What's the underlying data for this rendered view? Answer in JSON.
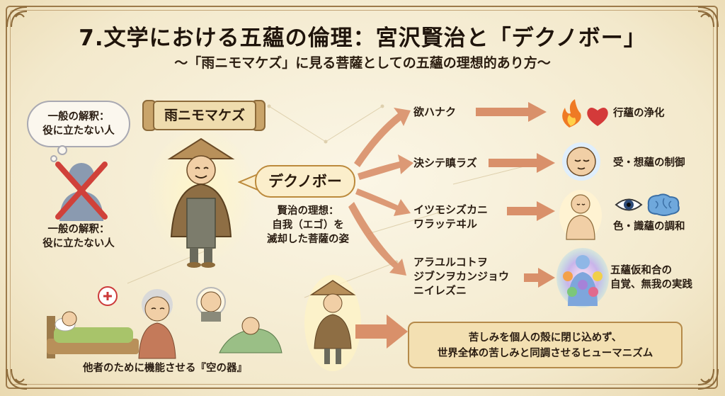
{
  "title": "7.文学における五蘊の倫理：宮沢賢治と「デクノボー」",
  "subtitle": "〜「雨ニモマケズ」に見る菩薩としての五蘊の理想的あり方〜",
  "left": {
    "thought_bubble": [
      "一般の解釈：",
      "役に立たない人"
    ],
    "crossed_label": [
      "一般の解釈：",
      "役に立たない人"
    ]
  },
  "scroll_title": "雨ニモマケズ",
  "center": {
    "dekunobo_label": "デクノボー",
    "ideal_text": [
      "賢治の理想：",
      "自我（エゴ）を",
      "滅却した菩薩の姿"
    ]
  },
  "verses": [
    {
      "text": [
        "欲ハナク"
      ],
      "result": [
        "行蘊の浄化"
      ],
      "icon": "fire-heart-icon"
    },
    {
      "text": [
        "決シテ瞋ラズ"
      ],
      "result": [
        "受・想蘊の制御"
      ],
      "icon": "calm-face-icon"
    },
    {
      "text": [
        "イツモシズカニ",
        "ワラッテヰル"
      ],
      "result": [
        "色・識蘊の調和"
      ],
      "icon": "eye-brain-icon"
    },
    {
      "text": [
        "アラユルコトヲ",
        "ジブンヲカンジョウ",
        "ニイレズニ"
      ],
      "result": [
        "五蘊仮和合の",
        "自覚、無我の実践"
      ],
      "icon": "aura-figure-icon"
    }
  ],
  "bottom_caption": "他者のために機能させる『空の器』",
  "conclusion": [
    "苦しみを個人の殻に閉じ込めず、",
    "世界全体の苦しみと同調させるヒューマニズム"
  ],
  "colors": {
    "arrow": "#d9906a",
    "frame": "#9c7a4a",
    "accent": "#bc8a3c"
  }
}
